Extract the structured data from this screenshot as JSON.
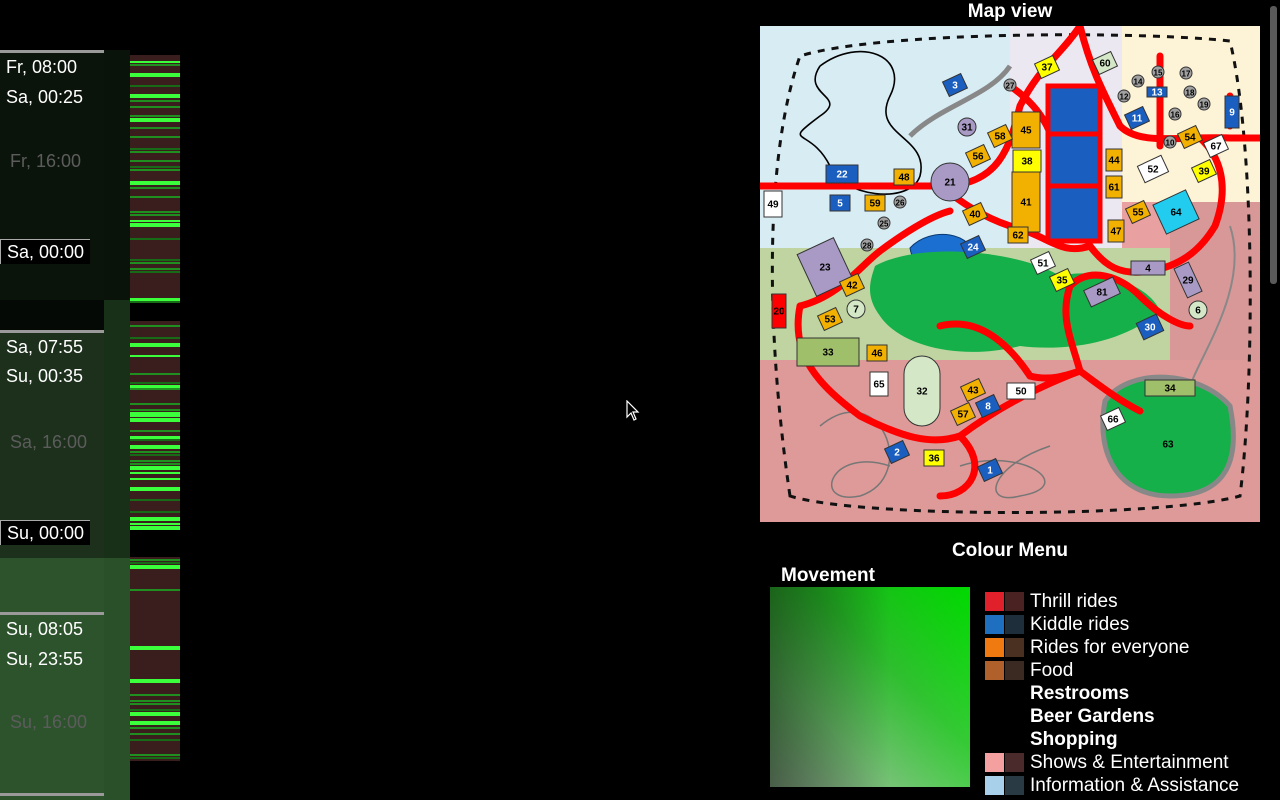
{
  "timeline": {
    "labels": {
      "fri_start": "Fr, 08:00",
      "sat_0025": "Sa, 00:25",
      "fri_1600": "Fr, 16:00",
      "sat_0000": "Sa, 00:00",
      "sat_0755": "Sa, 07:55",
      "sun_0035": "Su, 00:35",
      "sat_1600": "Sa, 16:00",
      "sun_0000": "Su, 00:00",
      "sun_0805": "Su, 08:05",
      "sun_2355": "Su, 23:55",
      "sun_1600": "Su, 16:00"
    }
  },
  "map": {
    "title": "Map view",
    "attractions": [
      {
        "id": "1",
        "cat": "kiddle"
      },
      {
        "id": "2",
        "cat": "kiddle"
      },
      {
        "id": "3",
        "cat": "kiddle"
      },
      {
        "id": "4",
        "cat": "everyone"
      },
      {
        "id": "5",
        "cat": "kiddle"
      },
      {
        "id": "6",
        "cat": "info"
      },
      {
        "id": "7",
        "cat": "info"
      },
      {
        "id": "8",
        "cat": "kiddle"
      },
      {
        "id": "9",
        "cat": "kiddle"
      },
      {
        "id": "10",
        "cat": "restroom"
      },
      {
        "id": "11",
        "cat": "kiddle"
      },
      {
        "id": "12",
        "cat": "restroom"
      },
      {
        "id": "13",
        "cat": "kiddle"
      },
      {
        "id": "14",
        "cat": "restroom"
      },
      {
        "id": "15",
        "cat": "restroom"
      },
      {
        "id": "16",
        "cat": "restroom"
      },
      {
        "id": "17",
        "cat": "restroom"
      },
      {
        "id": "18",
        "cat": "restroom"
      },
      {
        "id": "19",
        "cat": "restroom"
      },
      {
        "id": "20",
        "cat": "thrill"
      },
      {
        "id": "21",
        "cat": "everyone"
      },
      {
        "id": "22",
        "cat": "kiddle"
      },
      {
        "id": "23",
        "cat": "everyone"
      },
      {
        "id": "24",
        "cat": "kiddle"
      },
      {
        "id": "25",
        "cat": "restroom"
      },
      {
        "id": "26",
        "cat": "restroom"
      },
      {
        "id": "27",
        "cat": "restroom"
      },
      {
        "id": "28",
        "cat": "restroom"
      },
      {
        "id": "29",
        "cat": "everyone"
      },
      {
        "id": "30",
        "cat": "kiddle"
      },
      {
        "id": "31",
        "cat": "everyone"
      },
      {
        "id": "32",
        "cat": "info"
      },
      {
        "id": "33",
        "cat": "beer"
      },
      {
        "id": "34",
        "cat": "beer"
      },
      {
        "id": "35",
        "cat": "shows"
      },
      {
        "id": "36",
        "cat": "shows"
      },
      {
        "id": "37",
        "cat": "shows"
      },
      {
        "id": "38",
        "cat": "shows"
      },
      {
        "id": "39",
        "cat": "shows"
      },
      {
        "id": "40",
        "cat": "food"
      },
      {
        "id": "41",
        "cat": "food"
      },
      {
        "id": "42",
        "cat": "food"
      },
      {
        "id": "43",
        "cat": "food"
      },
      {
        "id": "44",
        "cat": "food"
      },
      {
        "id": "45",
        "cat": "food"
      },
      {
        "id": "46",
        "cat": "food"
      },
      {
        "id": "47",
        "cat": "food"
      },
      {
        "id": "48",
        "cat": "food"
      },
      {
        "id": "49",
        "cat": "shopping"
      },
      {
        "id": "50",
        "cat": "shopping"
      },
      {
        "id": "51",
        "cat": "shopping"
      },
      {
        "id": "52",
        "cat": "shopping"
      },
      {
        "id": "53",
        "cat": "food"
      },
      {
        "id": "54",
        "cat": "food"
      },
      {
        "id": "55",
        "cat": "food"
      },
      {
        "id": "56",
        "cat": "food"
      },
      {
        "id": "57",
        "cat": "food"
      },
      {
        "id": "58",
        "cat": "food"
      },
      {
        "id": "59",
        "cat": "food"
      },
      {
        "id": "60",
        "cat": "info"
      },
      {
        "id": "61",
        "cat": "food"
      },
      {
        "id": "62",
        "cat": "food"
      },
      {
        "id": "63",
        "cat": "lake"
      },
      {
        "id": "64",
        "cat": "cyan"
      },
      {
        "id": "65",
        "cat": "shopping"
      },
      {
        "id": "66",
        "cat": "shopping"
      },
      {
        "id": "67",
        "cat": "shopping"
      },
      {
        "id": "81",
        "cat": "everyone"
      }
    ]
  },
  "colour_menu": {
    "title": "Colour Menu",
    "movement_label": "Movement",
    "legend": [
      {
        "label": "Thrill rides",
        "bold": false,
        "c1": "#e0202a",
        "c2": "#4a2222"
      },
      {
        "label": "Kiddle rides",
        "bold": false,
        "c1": "#1e6fbf",
        "c2": "#1e2e3a"
      },
      {
        "label": "Rides for everyone",
        "bold": false,
        "c1": "#f07a10",
        "c2": "#4a3020"
      },
      {
        "label": "Food",
        "bold": false,
        "c1": "#b0602a",
        "c2": "#3a2a22"
      },
      {
        "label": "Restrooms",
        "bold": true,
        "c1": "",
        "c2": ""
      },
      {
        "label": "Beer Gardens",
        "bold": true,
        "c1": "",
        "c2": ""
      },
      {
        "label": "Shopping",
        "bold": true,
        "c1": "",
        "c2": ""
      },
      {
        "label": "Shows & Entertainment",
        "bold": false,
        "c1": "#f4a0a0",
        "c2": "#4a2a2a"
      },
      {
        "label": "Information & Assistance",
        "bold": false,
        "c1": "#a8d0ea",
        "c2": "#2a3a44"
      }
    ]
  },
  "colors": {
    "movement_high": "#00ff00",
    "movement_low": "#9a9a9a",
    "path_red": "#ff0000"
  }
}
